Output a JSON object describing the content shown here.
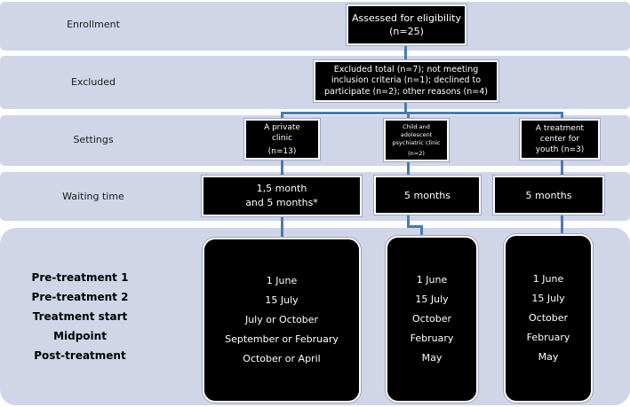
{
  "stages": {
    "enrollment": "Enrollment",
    "excluded": "Excluded",
    "settings": "Settings",
    "waiting": "Waiting time"
  },
  "assessed": {
    "line1": "Assessed for eligibility",
    "line2": "(n=25)"
  },
  "excluded_box": {
    "line1": "Excluded total (n=7); not meeting",
    "line2": "inclusion criteria (n=1); declined to",
    "line3": "participate (n=2); other reasons (n=4)"
  },
  "settings": [
    {
      "line1": "A private",
      "line2": "clinic",
      "line3": "(n=13)"
    },
    {
      "line1": "Child and",
      "line2": "adolescent",
      "line3": "psychiatric clinic",
      "line4": "(n=2)"
    },
    {
      "line1": "A treatment",
      "line2": "center for",
      "line3": "youth (n=3)"
    }
  ],
  "waiting": [
    {
      "line1": "1,5 month",
      "line2": "and 5 months*"
    },
    {
      "line1": "5 months"
    },
    {
      "line1": "5 months"
    }
  ],
  "timeline_labels": [
    "Pre-treatment 1",
    "Pre-treatment 2",
    "Treatment start",
    "Midpoint",
    "Post-treatment"
  ],
  "timeline": [
    [
      "1 June",
      "15 July",
      "July or October",
      "September or February",
      "October or April"
    ],
    [
      "1 June",
      "15 July",
      "October",
      "February",
      "May"
    ],
    [
      "1 June",
      "15 July",
      "October",
      "February",
      "May"
    ]
  ]
}
